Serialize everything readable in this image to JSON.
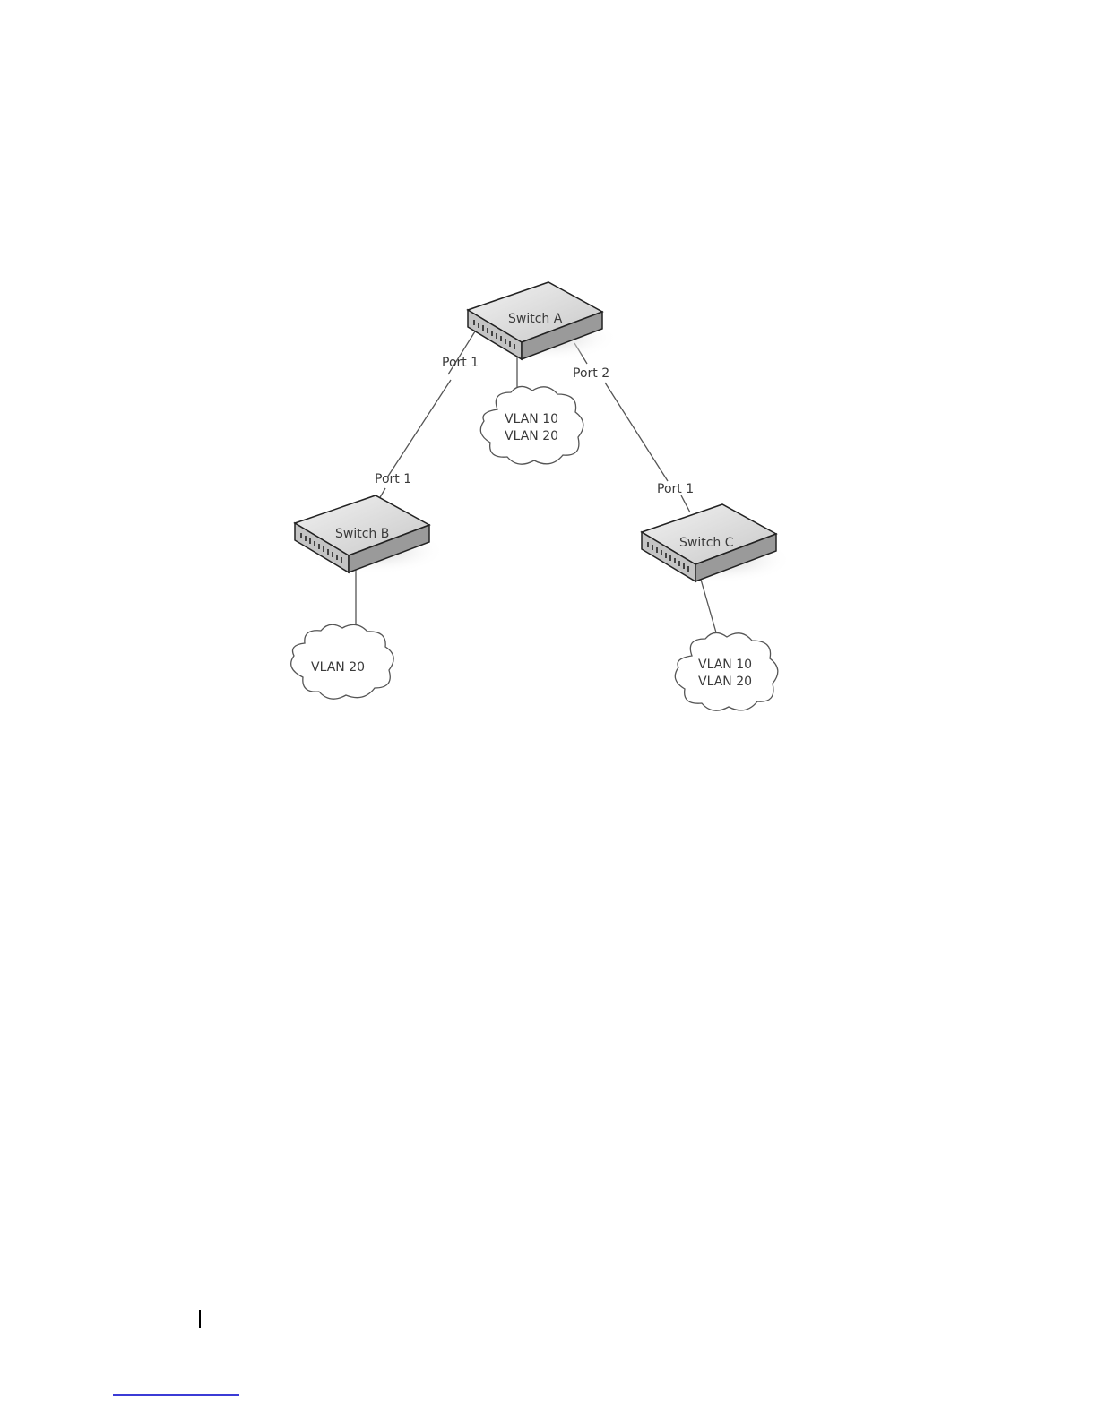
{
  "diagram": {
    "switches": [
      {
        "id": "a",
        "label": "Switch A"
      },
      {
        "id": "b",
        "label": "Switch B"
      },
      {
        "id": "c",
        "label": "Switch C"
      }
    ],
    "ports": {
      "a_port1": "Port 1",
      "a_port2": "Port 2",
      "b_port1": "Port 1",
      "c_port1": "Port 1"
    },
    "clouds": {
      "a": [
        "VLAN 10",
        "VLAN 20"
      ],
      "b": [
        "VLAN 20"
      ],
      "c": [
        "VLAN 10",
        "VLAN 20"
      ]
    }
  },
  "colors": {
    "switch_top": "#dcdcdc",
    "switch_side": "#9a9a9a",
    "switch_front": "#c4c4c4",
    "shadow": "#d8d8d8",
    "line": "#555555"
  }
}
